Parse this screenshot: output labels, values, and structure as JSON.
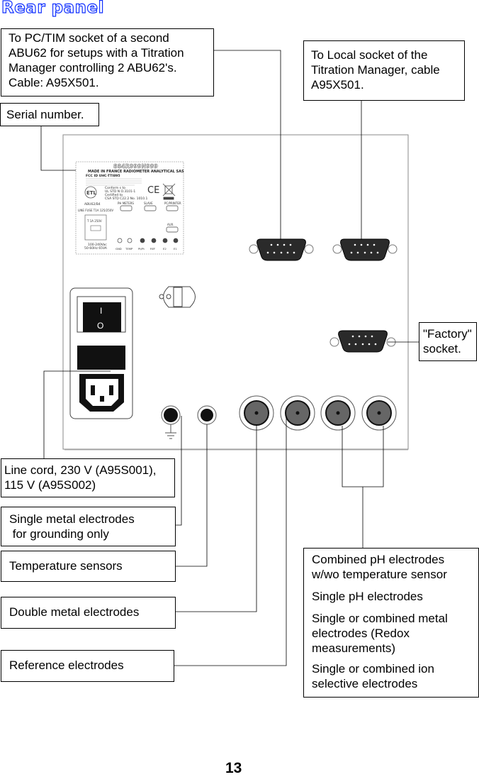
{
  "title": "Rear panel",
  "page_number": "13",
  "callouts": {
    "pc_tim": [
      "To PC/TIM socket of a second",
      "ABU62 for setups with a Titration",
      "Manager controlling 2 ABU62's.",
      "Cable:  A95X501."
    ],
    "local": [
      "To Local socket of the",
      "Titration Manager, cable",
      "A95X501."
    ],
    "serial": [
      "Serial  number."
    ],
    "factory": [
      "\"Factory\"",
      "socket."
    ],
    "line_cord": [
      "Line cord, 230 V (A95S001),",
      "115 V (A95S002)"
    ],
    "single_metal": [
      "Single metal electrodes",
      " for grounding only"
    ],
    "temperature": [
      "Temperature sensors"
    ],
    "double_metal": [
      "Double metal electrodes"
    ],
    "reference": [
      "Reference electrodes"
    ],
    "combined": [
      "Combined  pH  electrodes",
      "w/wo temperature sensor",
      "Single  pH  electrodes",
      "Single or combined metal",
      "electrodes  (Redox",
      "measurements)",
      "Single or combined ion",
      "selective  electrodes"
    ]
  },
  "panel": {
    "serial_label": "884R999N999",
    "made_in": "MADE IN  FRANCE      RADIOMETER ANALYTICAL SAS",
    "fcc": "FCC ID UHC-TTI895",
    "conformity": [
      "Conform s to",
      "UL STD N O.3101-1",
      "Certified to",
      "CSA STD C22.2 No. 1010.1"
    ],
    "ce_mark": "CE",
    "model": "ABU62/B4",
    "fuse": "LINE FUSE T1A 125/250V",
    "fuse_rating": "T 1A  250V",
    "power_rating": [
      "100-240Vac",
      "50-60Hz  65VA"
    ],
    "socket_labels": [
      "PH METERS",
      "SLAVE",
      "PC/PRINTER",
      "AUX."
    ],
    "input_labels": [
      "GND",
      "TEMP",
      "Pt/Pt",
      "REF",
      "E2",
      "E1"
    ],
    "switch_on": "I",
    "switch_off": "O"
  },
  "colors": {
    "title_outline": "#1030ff",
    "panel_border": "#888888"
  }
}
